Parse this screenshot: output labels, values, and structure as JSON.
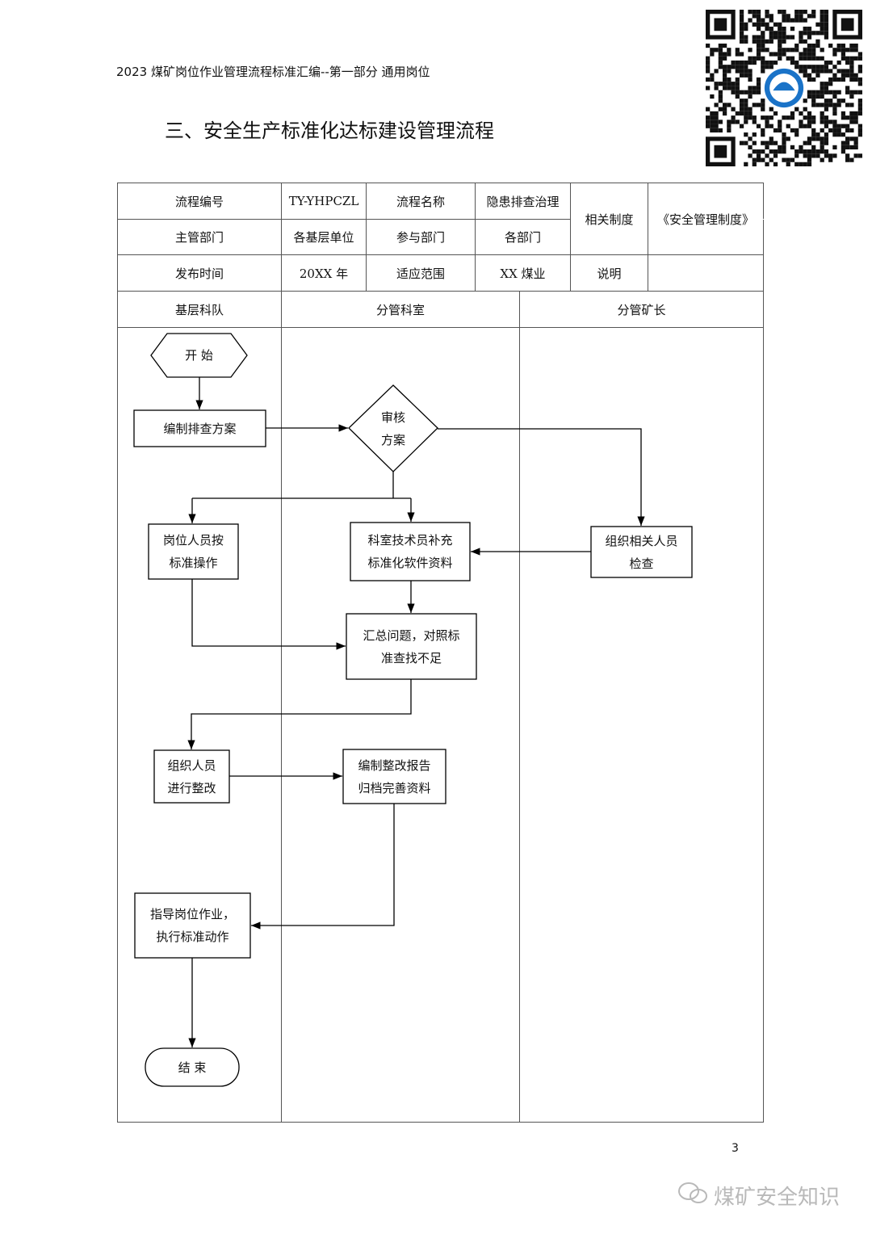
{
  "header": {
    "doc_title": "2023 煤矿岗位作业管理流程标准汇编--第一部分  通用岗位"
  },
  "section_title": "三、安全生产标准化达标建设管理流程",
  "qr_icon": "qr-code-with-helmet-icon",
  "info_table": {
    "flow_no_label": "流程编号",
    "flow_no_value": "TY-YHPCZL",
    "flow_name_label": "流程名称",
    "flow_name_value": "隐患排查治理",
    "related_label": "相关制度",
    "related_value": "《安全管理制度》",
    "dept_label": "主管部门",
    "dept_value": "各基层单位",
    "participant_label": "参与部门",
    "participant_value": "各部门",
    "time_label": "发布时间",
    "time_value": "20XX 年",
    "scope_label": "适应范围",
    "scope_value": "XX 煤业",
    "note_label": "说明",
    "note_value": ""
  },
  "lanes": [
    "基层科队",
    "分管科室",
    "分管矿长"
  ],
  "nodes": {
    "start": "开  始",
    "plan": "编制排查方案",
    "review": "审核\n方案",
    "operate": "岗位人员按\n标准操作",
    "supplement": "科室技术员补充\n标准化软件资料",
    "inspect": "组织相关人员\n检查",
    "summary": "汇总问题，对照标\n准查找不足",
    "rectify": "组织人员\n进行整改",
    "report": "编制整改报告\n归档完善资料",
    "guide": "指导岗位作业，\n执行标准动作",
    "end": "结  束"
  },
  "page_number": "3",
  "watermark": {
    "text": "煤矿安全知识",
    "icon": "wechat-icon"
  }
}
